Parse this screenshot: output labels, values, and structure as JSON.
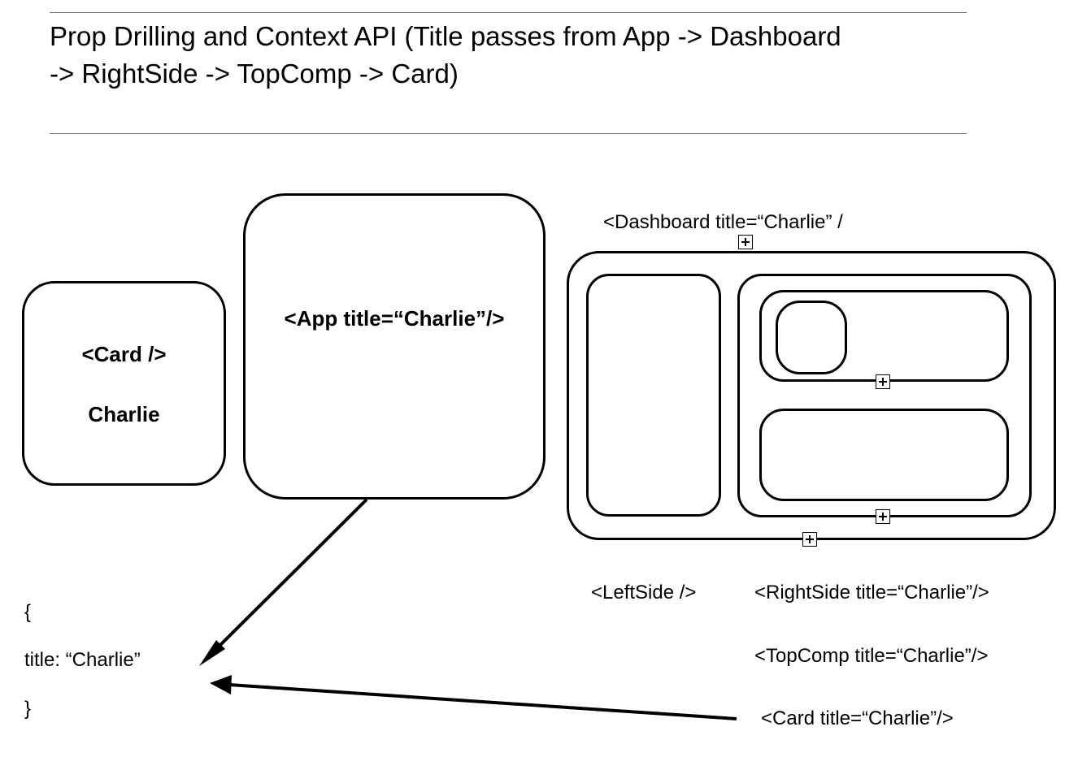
{
  "title": {
    "line1": "Prop Drilling and Context API (Title passes from App -> Dashboard",
    "line2": "-> RightSide -> TopComp -> Card)"
  },
  "card_box": {
    "label": "<Card />",
    "value": "Charlie"
  },
  "app_box": {
    "label": "<App title=“Charlie”/>"
  },
  "dashboard": {
    "label": "<Dashboard title=“Charlie” /"
  },
  "labels": {
    "left_side": "<LeftSide />",
    "right_side": "<RightSide title=“Charlie”/>",
    "top_comp": "<TopComp title=“Charlie”/>",
    "card": "<Card title=“Charlie”/>"
  },
  "context_object": {
    "open_brace": "{",
    "entry": "title: “Charlie”",
    "close_brace": "}"
  }
}
